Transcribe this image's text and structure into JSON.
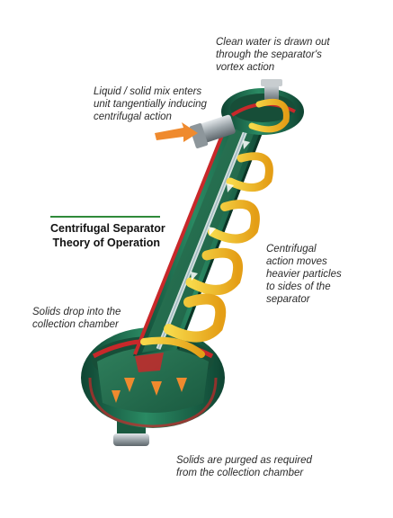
{
  "title": {
    "line1": "Centrifugal Separator",
    "line2": "Theory of Operation"
  },
  "annotations": {
    "clean_water": {
      "line1": "Clean water is drawn out",
      "line2": "through the separator's",
      "line3": "vortex action"
    },
    "inlet": {
      "line1": "Liquid / solid mix enters",
      "line2": "unit tangentially inducing",
      "line3": "centrifugal action"
    },
    "centrifugal": {
      "line1": "Centrifugal",
      "line2": "action moves",
      "line3": "heavier particles",
      "line4": "to sides of the",
      "line5": "separator"
    },
    "solids_drop": {
      "line1": "Solids drop into the",
      "line2": "collection chamber"
    },
    "purge": {
      "line1": "Solids are purged as required",
      "line2": "from the collection chamber"
    }
  },
  "colors": {
    "body_green": "#1d6b4e",
    "body_dark": "#0f4432",
    "cutaway_red": "#c8282a",
    "vortex_yellow": "#f2c21b",
    "inlet_arrow": "#ef8a2e",
    "rule_green": "#2f8a3a"
  }
}
